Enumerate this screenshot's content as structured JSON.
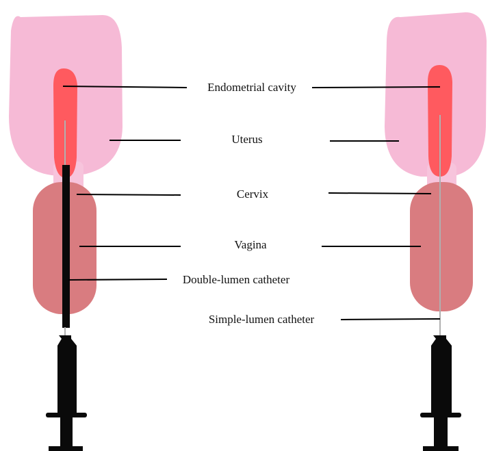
{
  "labels": {
    "endometrial_cavity": "Endometrial cavity",
    "uterus": "Uterus",
    "cervix": "Cervix",
    "vagina": "Vagina",
    "double_lumen_catheter": "Double-lumen catheter",
    "simple_lumen_catheter": "Simple-lumen catheter"
  },
  "colors": {
    "uterus": "#f6bad6",
    "cervix": "#f7c4dc",
    "endometrial_cavity": "#ff5a5f",
    "vagina": "#d97c80",
    "catheter_double": "#0a0a0a",
    "catheter_simple": "#b0b0b0",
    "syringe": "#0a0a0a",
    "leader_line": "#000000"
  }
}
